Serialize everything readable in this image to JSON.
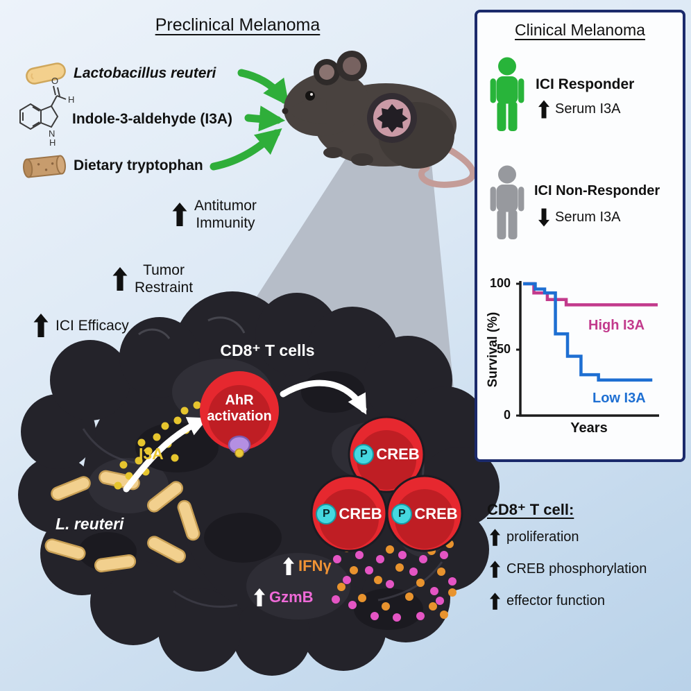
{
  "colors": {
    "accent_green": "#28b43a",
    "accent_gray": "#97999e",
    "red_cell": "#e6282f",
    "yellow": "#e6c52e",
    "orange": "#e8932e",
    "magenta": "#e455c4",
    "cyan": "#45d8e0",
    "panel_border": "#1b2a6b"
  },
  "preclinical": {
    "title": "Preclinical Melanoma",
    "inputs": [
      {
        "label": "Lactobacillus reuteri"
      },
      {
        "label": "Indole-3-aldehyde (I3A)"
      },
      {
        "label": "Dietary tryptophan"
      }
    ],
    "effects": [
      {
        "line1": "Antitumor",
        "line2": "Immunity"
      },
      {
        "line1": "Tumor",
        "line2": "Restraint"
      },
      {
        "line1": "ICI Efficacy"
      }
    ],
    "indole_atoms": {
      "o": "O",
      "h_ald": "H",
      "n": "N",
      "h_n": "H"
    }
  },
  "tumor_inset": {
    "cd8_label": "CD8⁺ T cells",
    "ahr_line1": "AhR",
    "ahr_line2": "activation",
    "i3a_label": "I3A",
    "bacteria_label": "L. reuteri",
    "p_badge": "P",
    "creb_label": "CREB",
    "ifng_label": "IFNγ",
    "gzmb_label": "GzmB"
  },
  "clinical": {
    "title": "Clinical Melanoma",
    "responder_label": "ICI Responder",
    "responder_serum": "Serum I3A",
    "nonresponder_label": "ICI Non-Responder",
    "nonresponder_serum": "Serum I3A"
  },
  "cd8_summary": {
    "title": "CD8⁺ T cell:",
    "items": [
      {
        "text": "proliferation"
      },
      {
        "text": "CREB phosphorylation"
      },
      {
        "text": "effector function"
      }
    ]
  },
  "chart_data": {
    "type": "line",
    "subtype": "kaplan-meier-step",
    "title": "",
    "xlabel": "Years",
    "ylabel": "Survival (%)",
    "xlim": [
      0,
      10
    ],
    "ylim": [
      0,
      100
    ],
    "yticks": [
      100,
      50,
      0
    ],
    "grid": false,
    "legend_position": "inline",
    "series": [
      {
        "name": "High I3A",
        "color": "#c23a8c",
        "x": [
          0,
          0.8,
          0.8,
          1.8,
          1.8,
          3.2,
          3.2,
          10
        ],
        "y": [
          100,
          100,
          93,
          93,
          88,
          88,
          84,
          84
        ]
      },
      {
        "name": "Low I3A",
        "color": "#1e6fd2",
        "x": [
          0,
          0.9,
          0.9,
          1.6,
          1.6,
          2.4,
          2.4,
          3.3,
          3.3,
          4.3,
          4.3,
          5.6,
          5.6,
          9.6
        ],
        "y": [
          100,
          100,
          96,
          96,
          93,
          93,
          62,
          62,
          45,
          45,
          31,
          31,
          27,
          27
        ]
      }
    ]
  }
}
